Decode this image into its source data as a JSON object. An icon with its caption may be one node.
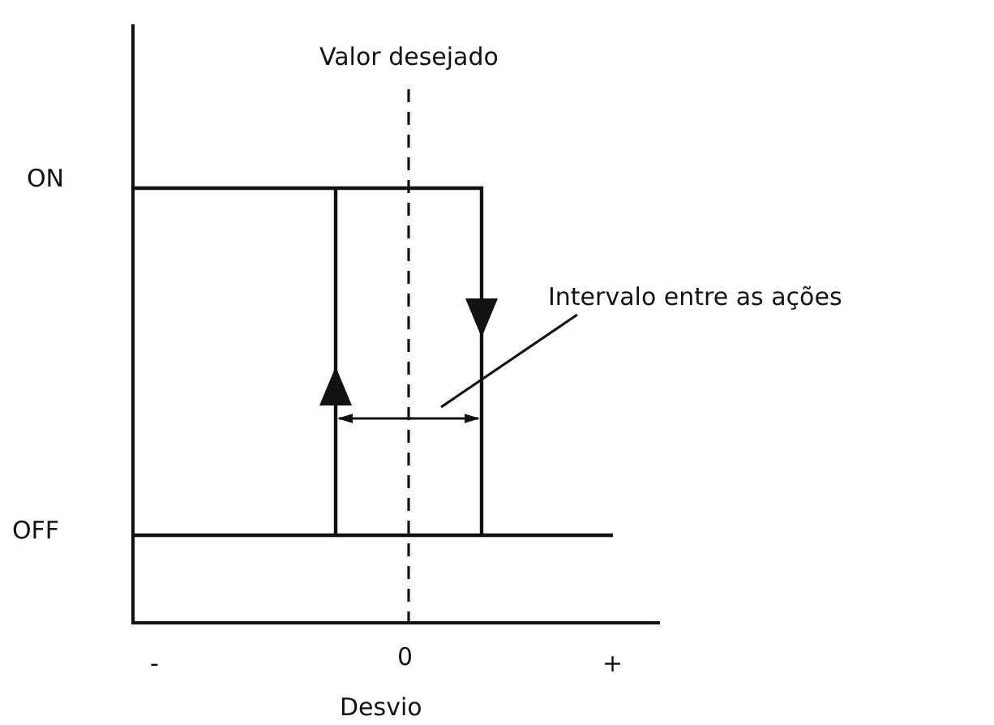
{
  "diagram": {
    "nodes": [
      {
        "text": [
          "Intervalo entre as ações"
        ]
      },
      {
        "text": [],
        "shape": "line"
      }
    ],
    "edges": [
      {
        "from": 0,
        "to": 1,
        "arrow": "none"
      }
    ],
    "labels": [
      "Valor desejado",
      "ON",
      "OFF",
      "-",
      "0",
      "+",
      "Desvio"
    ]
  }
}
